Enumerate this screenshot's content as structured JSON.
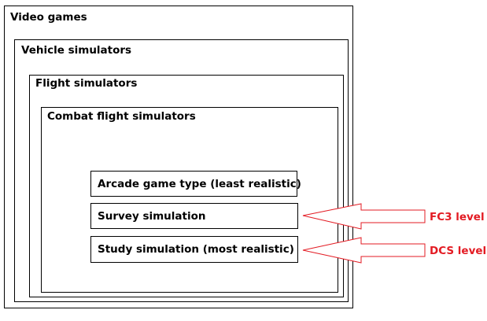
{
  "boxes": {
    "video_games": "Video games",
    "vehicle_simulators": "Vehicle simulators",
    "flight_simulators": "Flight simulators",
    "combat_flight_simulators": "Combat flight simulators"
  },
  "items": {
    "arcade": "Arcade game type (least realistic)",
    "survey": "Survey simulation",
    "study": "Study simulation (most realistic)"
  },
  "annotations": {
    "fc3": "FC3 level",
    "dcs": "DCS level"
  },
  "colors": {
    "annotation": "#e31b23",
    "border": "#000000"
  }
}
